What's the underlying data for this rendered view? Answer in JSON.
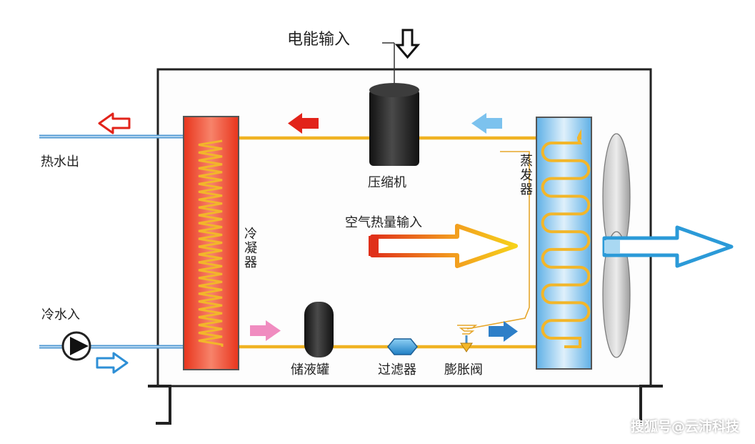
{
  "labels": {
    "power_input": "电能输入",
    "compressor": "压缩机",
    "hot_water_out": "热水出",
    "condenser": "冷凝器",
    "evaporator": "蒸发器",
    "air_heat_input": "空气热量输入",
    "cold_water_in": "冷水入",
    "receiver": "储液罐",
    "filter": "过滤器",
    "expansion_valve": "膨胀阀"
  },
  "watermark": "搜狐号@云沛科技",
  "colors": {
    "refrigerant_pipe": "#f0b323",
    "water_pipe": "#5aa3d8",
    "hot_arrow": "#e2231a",
    "cold_arrow": "#2e8fd6",
    "pink_arrow": "#f08cc0",
    "light_blue_arrow": "#7cc2ee",
    "condenser_fill": "#f04a2a",
    "evaporator_fill": "#bfe0f5",
    "component_dark": "#2a2a2a",
    "frame": "#222222"
  }
}
